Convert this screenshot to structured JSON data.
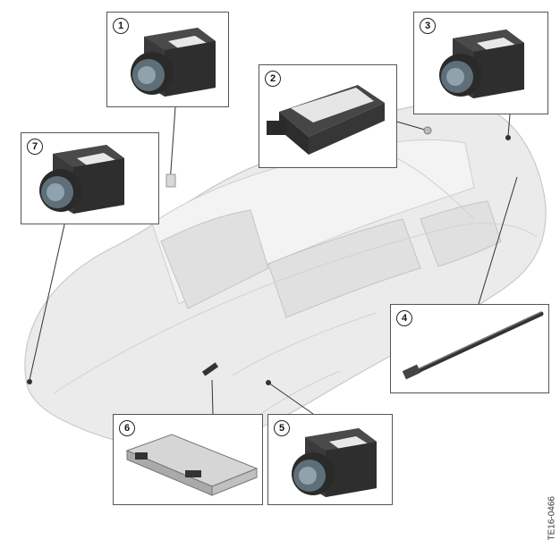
{
  "callouts": [
    {
      "number": "1",
      "part": "camera"
    },
    {
      "number": "2",
      "part": "control-unit"
    },
    {
      "number": "3",
      "part": "camera"
    },
    {
      "number": "4",
      "part": "rod"
    },
    {
      "number": "5",
      "part": "camera"
    },
    {
      "number": "6",
      "part": "control-unit"
    },
    {
      "number": "7",
      "part": "camera"
    }
  ],
  "reference_code": "TE16-0466",
  "colors": {
    "car_body": "#e8e8e8",
    "frame": "#555555",
    "camera_body": "#3a3a3a",
    "lens": "#5f6f79"
  }
}
